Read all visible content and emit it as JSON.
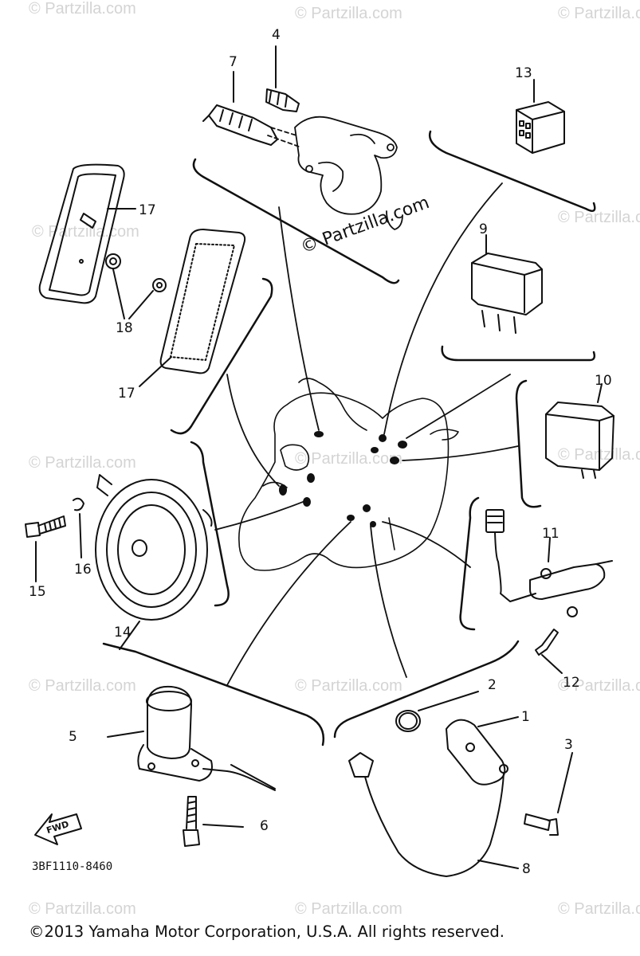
{
  "watermark": {
    "text": "© Partzilla.com",
    "center_text": "© Partzilla.com"
  },
  "callouts": [
    "1",
    "2",
    "3",
    "4",
    "5",
    "6",
    "7",
    "8",
    "9",
    "10",
    "11",
    "12",
    "13",
    "14",
    "15",
    "16",
    "17",
    "17",
    "18"
  ],
  "diagram_code": "3BF1110-8460",
  "fwd_label": "FWD",
  "copyright": "©2013 Yamaha Motor Corporation, U.S.A. All rights reserved."
}
